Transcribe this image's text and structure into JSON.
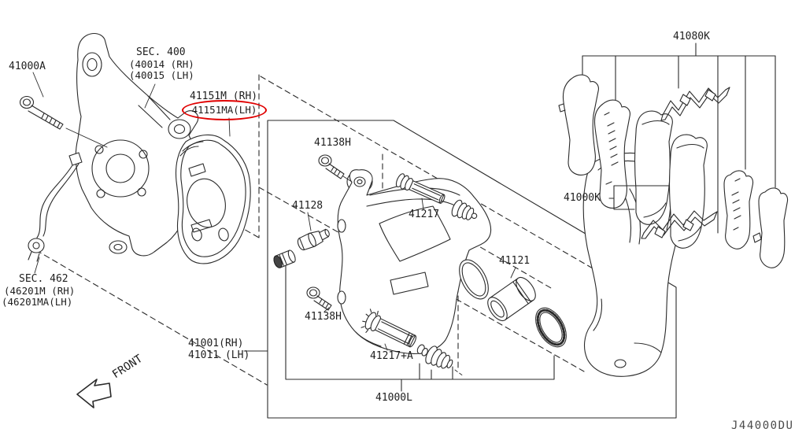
{
  "diagram": {
    "drawing_code": "J44000DU",
    "front_label": "FRONT",
    "line_color": "#2a2a2a",
    "highlight_color": "#e00000",
    "background": "#ffffff"
  },
  "labels": {
    "knuckle_bolt": "41000A",
    "sec400_title": "SEC. 400",
    "sec400_rh": "(40014 (RH)",
    "sec400_lh": "(40015 (LH)",
    "splash_shield_rh": "41151M (RH)",
    "splash_shield_lh": "41151MA(LH)",
    "sec462_title": "SEC. 462",
    "sec462_rh": "(46201M (RH)",
    "sec462_lh": "(46201MA(LH)",
    "caliper_assembly_rh": "41001(RH)",
    "caliper_assembly_lh": "41011 (LH)",
    "pin_bolt_upper": "41138H",
    "bleeder_valve": "41128",
    "slide_pin_upper": "41217",
    "pin_bolt_lower": "41138H",
    "slide_pin_lower": "41217+A",
    "pin_boot_kit": "41000L",
    "piston": "41121",
    "pad_kit": "41080K",
    "pad_set": "41000K"
  }
}
